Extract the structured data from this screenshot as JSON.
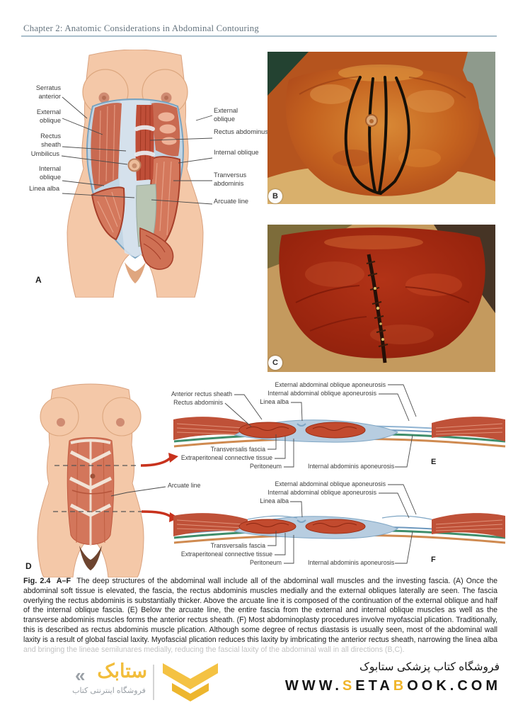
{
  "header": {
    "title": "Chapter 2: Anatomic Considerations in Abdominal Contouring"
  },
  "figure_a": {
    "letter": "A",
    "labels_left": [
      "Serratus anterior",
      "External oblique",
      "Rectus sheath",
      "Umbilicus",
      "Internal oblique",
      "Linea alba"
    ],
    "labels_right": [
      "External oblique",
      "Rectus abdominus",
      "Internal oblique",
      "Tranversus abdominis",
      "Arcuate line"
    ]
  },
  "photo_b": {
    "letter": "B"
  },
  "photo_c": {
    "letter": "C"
  },
  "figure_d": {
    "letter": "D",
    "arcuate_label": "Arcuate line"
  },
  "cross_section_e": {
    "letter": "E",
    "labels": {
      "external_aponeurosis": "External abdominal oblique aponeurosis",
      "internal_aponeurosis": "Internal abdominal oblique aponeurosis",
      "anterior_rectus_sheath": "Anterior rectus sheath",
      "rectus_abdominis": "Rectus abdominis",
      "linea_alba": "Linea alba",
      "transversalis_fascia": "Transversalis fascia",
      "extraperitoneal": "Extraperitoneal connective tissue",
      "peritoneum": "Peritoneum",
      "internal_abdominis_aponeurosis": "Internal abdominis aponeurosis"
    }
  },
  "cross_section_f": {
    "letter": "F",
    "labels": {
      "external_aponeurosis": "External abdominal oblique aponeurosis",
      "internal_aponeurosis": "Internal abdominal oblique aponeurosis",
      "linea_alba": "Linea alba",
      "transversalis_fascia": "Transversalis fascia",
      "extraperitoneal": "Extraperitoneal connective tissue",
      "peritoneum": "Peritoneum",
      "internal_abdominis_aponeurosis": "Internal abdominis aponeurosis"
    }
  },
  "caption": {
    "label": "Fig. 2.4",
    "sublabel": "A–F",
    "body": "The deep structures of the abdominal wall include all of the abdominal wall muscles and the investing fascia. (A) Once the abdominal soft tissue is elevated, the fascia, the rectus abdominis muscles medially and the external obliques laterally are seen. The fascia overlying the rectus abdominis is substantially thicker. Above the arcuate line it is composed of the continuation of the external oblique and half of the internal oblique fascia. (E) Below the arcuate line, the entire fascia from the external and internal oblique muscles as well as the transverse abdominis muscles forms the anterior rectus sheath. (F) Most abdominoplasty procedures involve myofascial plication. Traditionally, this is described as rectus abdominis muscle plication. Although some degree of rectus diastasis is usually seen, most of the abdominal wall laxity is a result of global fascial laxity. Myofascial plication reduces this laxity by imbricating the anterior rectus sheath, narrowing the linea alba",
    "faded_line": "and bringing the lineae semilunares medially, reducing the fascial laxity of the abdominal wall in all directions (B,C)."
  },
  "footer": {
    "brand_fa": "ستابک",
    "brand_guillemet": "«",
    "brand_sub_fa": "فروشگاه اینترنتی کتاب",
    "store_line_fa": "فروشگاه کتاب پزشکی ستابوک",
    "url": {
      "p1": "WWW.",
      "s": "S",
      "p2": "ETA",
      "b": "B",
      "p3": "OOK.COM"
    }
  },
  "colors": {
    "accent_yellow": "#f2bd3b",
    "header_text": "#64737e",
    "rule": "#a9bfcc"
  }
}
